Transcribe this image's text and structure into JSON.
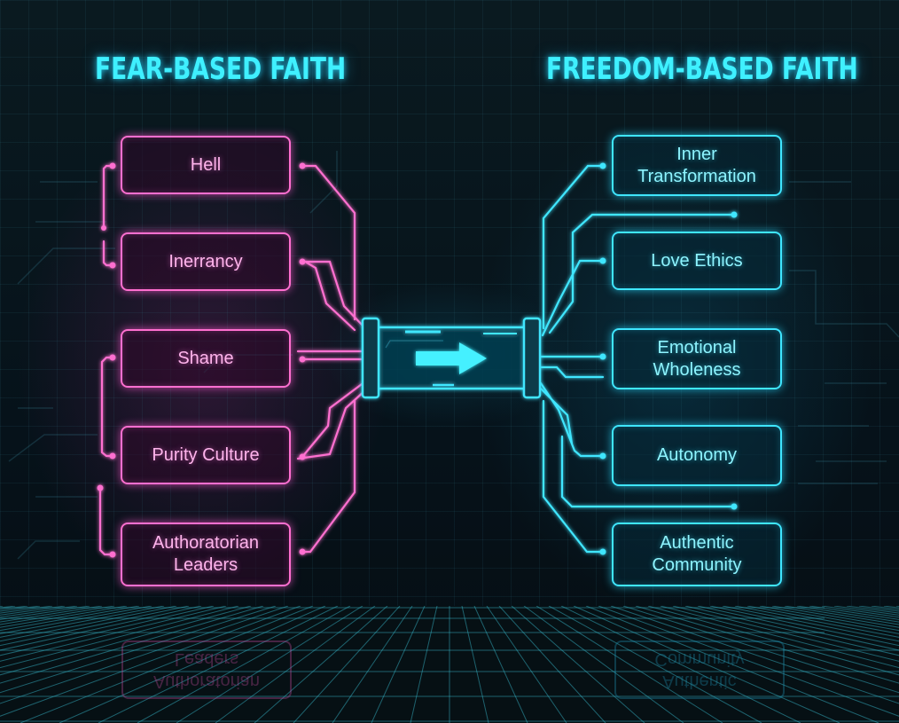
{
  "left_panel": {
    "title": "FEAR-BASED FAITH",
    "color": "#ff6fd0",
    "items": [
      {
        "label": "Hell"
      },
      {
        "label": "Inerrancy"
      },
      {
        "label": "Shame"
      },
      {
        "label": "Purity Culture"
      },
      {
        "label": "Authoratorian Leaders"
      }
    ]
  },
  "right_panel": {
    "title": "FREEDOM-BASED FAITH",
    "color": "#3fe6ff",
    "items": [
      {
        "label": "Inner Transformation"
      },
      {
        "label": "Love Ethics"
      },
      {
        "label": "Emotional Wholeness"
      },
      {
        "label": "Autonomy"
      },
      {
        "label": "Authentic Community"
      }
    ]
  },
  "center": {
    "icon": "arrow-right-icon",
    "color": "#3fe6ff"
  },
  "reflections": {
    "left": "Authoratorian Leaders",
    "right": "Authentic Community"
  }
}
